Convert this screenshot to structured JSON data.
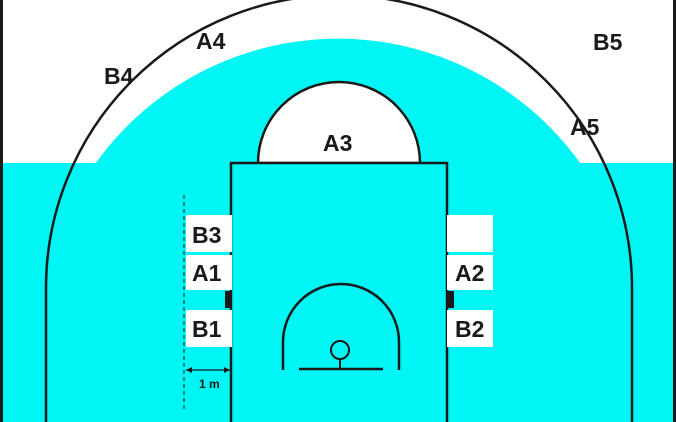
{
  "colors": {
    "court": "#00f5f5",
    "background": "#ffffff",
    "line": "#1a1a1a",
    "box": "#ffffff"
  },
  "labels": {
    "a4": "A4",
    "b4": "B4",
    "b5": "B5",
    "a5": "A5",
    "a3": "A3",
    "b3": "B3",
    "a1": "A1",
    "b1": "B1",
    "a2": "A2",
    "b2": "B2",
    "distance": "1 m"
  }
}
